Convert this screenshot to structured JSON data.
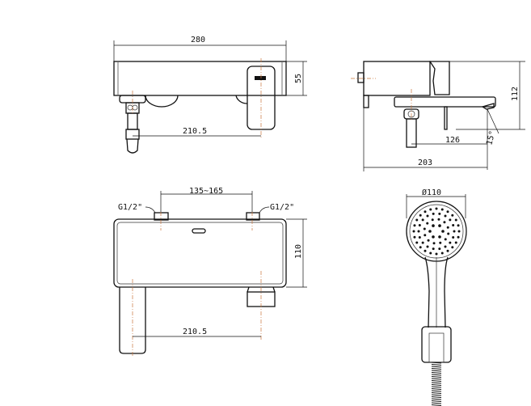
{
  "front_view": {
    "width_dim": "280",
    "height_dim": "55",
    "spacing_dim": "210.5"
  },
  "side_view": {
    "height_dim": "112",
    "spout_dim": "126",
    "depth_dim": "203",
    "angle_dim": "15°"
  },
  "top_view": {
    "inlet_spacing_dim": "135~165",
    "inlet_left_label": "G1/2\"",
    "inlet_right_label": "G1/2\"",
    "depth_dim": "110",
    "spacing_dim": "210.5"
  },
  "hand_shower": {
    "diameter_dim": "Ø110"
  },
  "colors": {
    "line": "#111111",
    "centerline": "#c8753a"
  }
}
